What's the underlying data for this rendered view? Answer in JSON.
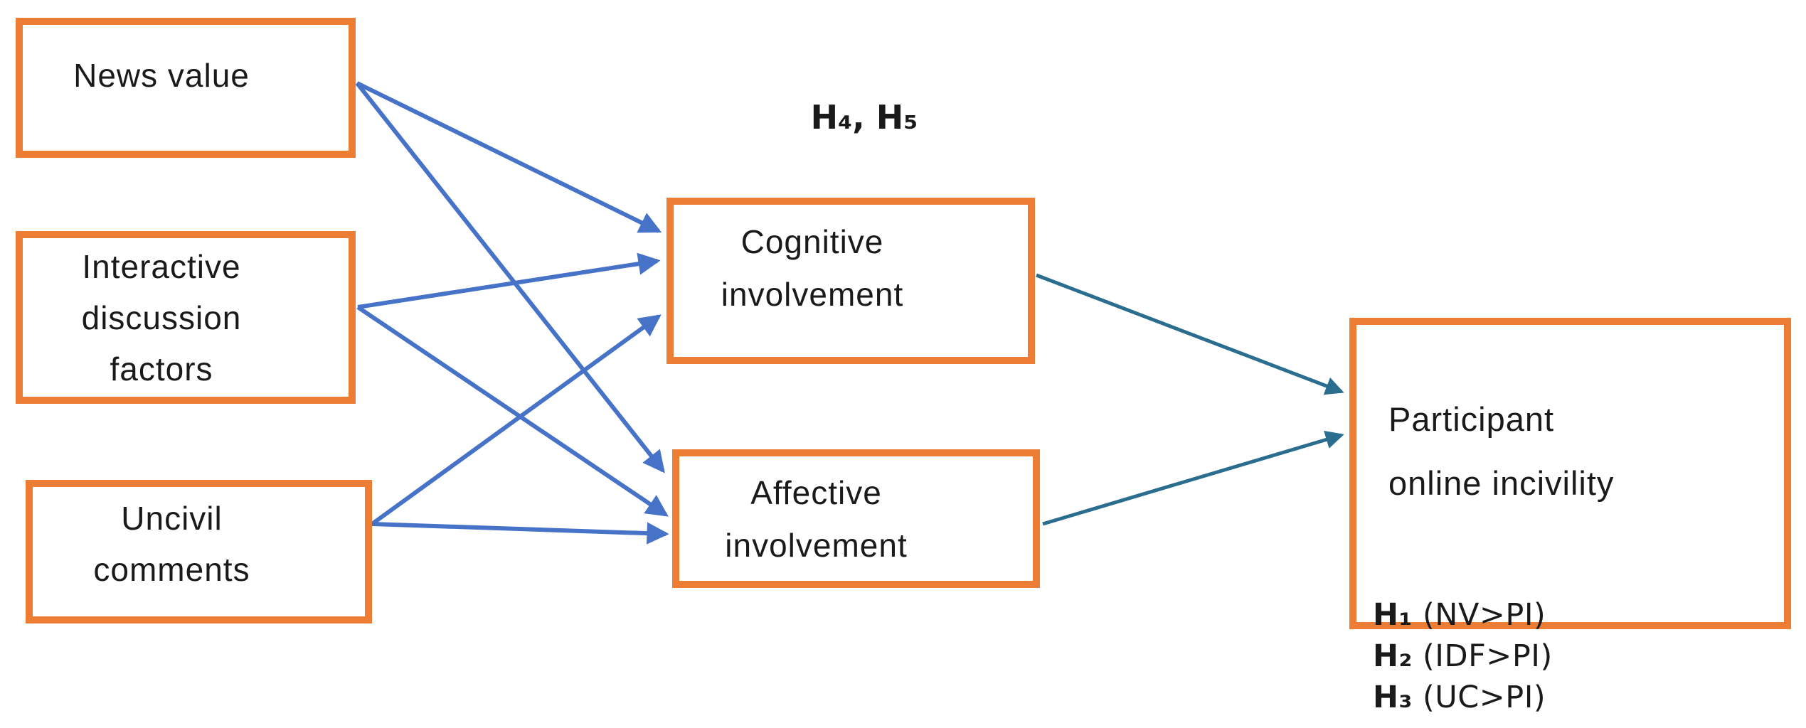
{
  "colors": {
    "box_border": "#EC7D33",
    "predictor_arrow": "#4673C8",
    "outcome_arrow": "#2B6D8F",
    "text": "#1A1A1A",
    "background": "#FFFFFF"
  },
  "boxes": {
    "news_value": {
      "lines": [
        "News value"
      ]
    },
    "interactive_discussion_factors": {
      "lines": [
        "Interactive",
        "discussion",
        "factors"
      ]
    },
    "uncivil_comments": {
      "lines": [
        "Uncivil",
        "comments"
      ]
    },
    "cognitive_involvement": {
      "lines": [
        "Cognitive",
        "involvement"
      ]
    },
    "affective_involvement": {
      "lines": [
        "Affective",
        "involvement"
      ]
    },
    "participant_online_incivility": {
      "lines": [
        "Participant",
        "online incivility"
      ]
    }
  },
  "annotations": {
    "mediation_label": "H₄, H₅",
    "hypotheses": [
      {
        "h": "H₁",
        "rest": " (NV>PI)"
      },
      {
        "h": "H₂",
        "rest": " (IDF>PI)"
      },
      {
        "h": "H₃",
        "rest": " (UC>PI)"
      }
    ]
  },
  "edges": [
    {
      "from": "News value",
      "to": "Cognitive involvement"
    },
    {
      "from": "News value",
      "to": "Affective involvement"
    },
    {
      "from": "Interactive discussion factors",
      "to": "Cognitive involvement"
    },
    {
      "from": "Interactive discussion factors",
      "to": "Affective involvement"
    },
    {
      "from": "Uncivil comments",
      "to": "Cognitive involvement"
    },
    {
      "from": "Uncivil comments",
      "to": "Affective involvement"
    },
    {
      "from": "Cognitive involvement",
      "to": "Participant online incivility"
    },
    {
      "from": "Affective involvement",
      "to": "Participant online incivility"
    }
  ]
}
